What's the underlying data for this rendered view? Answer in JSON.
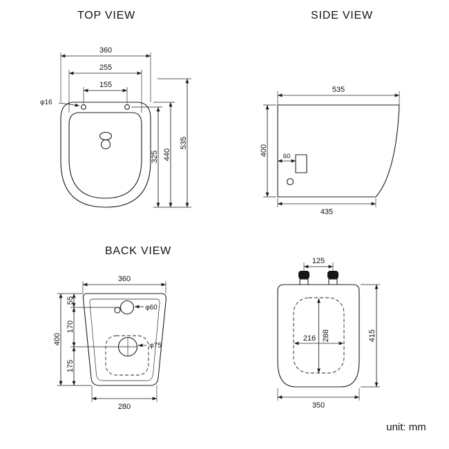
{
  "unit_label": "unit: mm",
  "top_view": {
    "title": "TOP VIEW",
    "dims": {
      "overall_width": "360",
      "rim_width": "255",
      "hinge_hole_spacing": "155",
      "hinge_hole_diameter": "φ16",
      "inner_depth": "325",
      "bowl_depth": "440",
      "overall_depth": "535"
    }
  },
  "side_view": {
    "title": "SIDE VIEW",
    "dims": {
      "overall_depth": "535",
      "overall_height": "400",
      "outlet_offset": "60",
      "base_depth": "435"
    }
  },
  "back_view": {
    "title": "BACK VIEW",
    "dims": {
      "overall_width": "360",
      "inlet_center_offset": "55",
      "inlet_to_outlet": "170",
      "outlet_to_floor": "175",
      "overall_height": "400",
      "inlet_diameter": "φ60",
      "outlet_diameter": "φ75",
      "base_width": "280"
    }
  },
  "seat_view": {
    "dims": {
      "hinge_spacing": "125",
      "inner_width": "216",
      "inner_depth": "288",
      "overall_depth": "415",
      "overall_width": "350"
    }
  }
}
